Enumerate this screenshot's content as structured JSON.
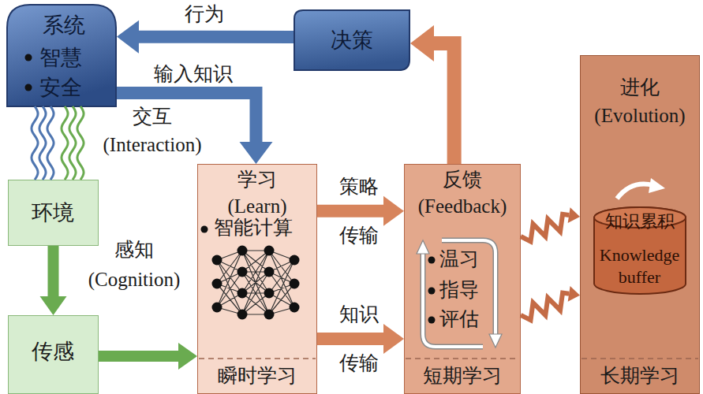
{
  "diagram": {
    "nodes": [
      {
        "text": [
          "系统",
          "智慧",
          "安全"
        ]
      },
      {
        "text": [
          "决策"
        ]
      },
      {
        "text": [
          "环境"
        ]
      },
      {
        "text": [
          "学习 (Learn)",
          "智能计算",
          "瞬时学习"
        ]
      },
      {
        "text": [
          "反馈 (Feedback)",
          "温习",
          "指导",
          "评估",
          "短期学习"
        ]
      },
      {
        "text": [
          "进化 (Evolution)",
          "长期学习"
        ]
      },
      {
        "text": [
          "知识累积",
          "Knowledge buffer"
        ],
        "in": 5
      },
      {
        "text": [
          "传感"
        ]
      }
    ],
    "edges": [
      {
        "from": 1,
        "to": 0,
        "arrow": "to",
        "label": "行为"
      },
      {
        "from": 0,
        "to": 3,
        "arrow": "to",
        "label": "输入知识"
      },
      {
        "from": 0,
        "to": 2,
        "arrow": "none",
        "label": "交互 (Interaction)"
      },
      {
        "from": 2,
        "to": 7,
        "arrow": "to",
        "label": "感知 (Cognition)"
      },
      {
        "from": 7,
        "to": 3,
        "arrow": "to"
      },
      {
        "from": 3,
        "to": 4,
        "arrow": "to",
        "label": "策略 传输"
      },
      {
        "from": 3,
        "to": 4,
        "arrow": "to",
        "label": "知识 传输"
      },
      {
        "from": 4,
        "to": 1,
        "arrow": "to"
      },
      {
        "from": 4,
        "to": 5,
        "arrow": "to"
      },
      {
        "from": 4,
        "to": 5,
        "arrow": "to"
      }
    ]
  }
}
